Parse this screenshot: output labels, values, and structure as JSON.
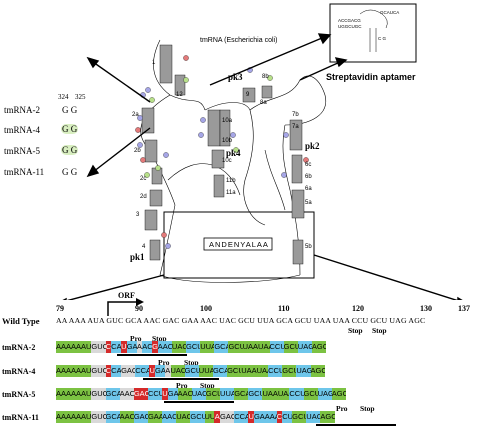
{
  "figure": {
    "main_label": "tmRNA (Escherichia coli)",
    "aptamer_label": "Streptavidin aptamer",
    "peptide_tag": "ANDENYALAA",
    "pseudoknots": [
      "pk1",
      "pk2",
      "pk3",
      "pk4"
    ],
    "helix_labels": [
      "1",
      "2a",
      "2b",
      "2c",
      "2d",
      "3",
      "4",
      "5a",
      "5b",
      "6a",
      "6b",
      "6c",
      "7a",
      "7b",
      "8a",
      "8b",
      "9",
      "10a",
      "10b",
      "10c",
      "11a",
      "11b",
      "12"
    ],
    "variant_positions": [
      "324",
      "325"
    ],
    "variants": [
      {
        "name": "tmRNA-2",
        "bases": "G G"
      },
      {
        "name": "tmRNA-4",
        "bases": "G G"
      },
      {
        "name": "tmRNA-5",
        "bases": "G G"
      },
      {
        "name": "tmRNA-11",
        "bases": "G G"
      }
    ]
  },
  "scale": {
    "ticks": [
      "79",
      "90",
      "100",
      "110",
      "120",
      "130",
      "137"
    ],
    "orf": "ORF"
  },
  "wild_type": {
    "label": "Wild Type",
    "sequence": "AA AAA AUA GUC GCA AAC GAC GAA AAC UAC GCU UUA GCA GCU UAA UAA CCU GCU UAG AGC",
    "stop1": "Stop",
    "stop2": "Stop"
  },
  "mutants": [
    {
      "label": "tmRNA-2",
      "pro": "Pro",
      "stop": "Stop",
      "segments": [
        {
          "t": "AAAAAAUA",
          "c": "g"
        },
        {
          "t": "GUC",
          "c": "w"
        },
        {
          "t": "C",
          "c": "r"
        },
        {
          "t": "CA",
          "c": "b"
        },
        {
          "t": "U",
          "c": "r"
        },
        {
          "t": "GA",
          "c": "b"
        },
        {
          "t": "A",
          "c": "w"
        },
        {
          "t": "AC",
          "c": "b"
        },
        {
          "t": "G",
          "c": "r"
        },
        {
          "t": "AAC",
          "c": "b"
        },
        {
          "t": "UAC",
          "c": "g"
        },
        {
          "t": "GCU",
          "c": "b"
        },
        {
          "t": "UUA",
          "c": "g"
        },
        {
          "t": "GCA",
          "c": "b"
        },
        {
          "t": "GCU",
          "c": "g"
        },
        {
          "t": "UAAUAA",
          "c": "g"
        },
        {
          "t": "CCU",
          "c": "b"
        },
        {
          "t": "GCU",
          "c": "g"
        },
        {
          "t": "UAG",
          "c": "b"
        },
        {
          "t": "AGC",
          "c": "g"
        }
      ]
    },
    {
      "label": "tmRNA-4",
      "pro": "Pro",
      "stop": "Stop",
      "segments": [
        {
          "t": "AAAAAAUA",
          "c": "g"
        },
        {
          "t": "GUC",
          "c": "w"
        },
        {
          "t": "C",
          "c": "r"
        },
        {
          "t": "CA",
          "c": "b"
        },
        {
          "t": "GAC",
          "c": "w"
        },
        {
          "t": "CCA",
          "c": "b"
        },
        {
          "t": "U",
          "c": "r"
        },
        {
          "t": "GA",
          "c": "b"
        },
        {
          "t": "A",
          "c": "w"
        },
        {
          "t": "UAC",
          "c": "g"
        },
        {
          "t": "GCU",
          "c": "b"
        },
        {
          "t": "UUA",
          "c": "g"
        },
        {
          "t": "GCA",
          "c": "b"
        },
        {
          "t": "GCU",
          "c": "g"
        },
        {
          "t": "UAAUAA",
          "c": "g"
        },
        {
          "t": "CCU",
          "c": "b"
        },
        {
          "t": "GCU",
          "c": "g"
        },
        {
          "t": "UAG",
          "c": "b"
        },
        {
          "t": "AGC",
          "c": "g"
        }
      ]
    },
    {
      "label": "tmRNA-5",
      "pro": "Pro",
      "stop": "Stop",
      "segments": [
        {
          "t": "AAAAAAUA",
          "c": "g"
        },
        {
          "t": "GUC",
          "c": "w"
        },
        {
          "t": "GCA",
          "c": "b"
        },
        {
          "t": "AAC",
          "c": "w"
        },
        {
          "t": "GAC",
          "c": "r"
        },
        {
          "t": "CCU",
          "c": "b"
        },
        {
          "t": "U",
          "c": "r"
        },
        {
          "t": "GA",
          "c": "b"
        },
        {
          "t": "AAC",
          "c": "g"
        },
        {
          "t": "UAC",
          "c": "b"
        },
        {
          "t": "GCU",
          "c": "g"
        },
        {
          "t": "UUA",
          "c": "b"
        },
        {
          "t": "GCA",
          "c": "g"
        },
        {
          "t": "GCU",
          "c": "b"
        },
        {
          "t": "UAAUAA",
          "c": "g"
        },
        {
          "t": "CCU",
          "c": "b"
        },
        {
          "t": "GCU",
          "c": "g"
        },
        {
          "t": "UAG",
          "c": "b"
        },
        {
          "t": "AGC",
          "c": "g"
        }
      ]
    },
    {
      "label": "tmRNA-11",
      "pro": "Pro",
      "stop": "Stop",
      "segments": [
        {
          "t": "AAAAAAUA",
          "c": "g"
        },
        {
          "t": "GUC",
          "c": "w"
        },
        {
          "t": "GCA",
          "c": "b"
        },
        {
          "t": "AAC",
          "c": "g"
        },
        {
          "t": "GAC",
          "c": "b"
        },
        {
          "t": "GAA",
          "c": "g"
        },
        {
          "t": "AAC",
          "c": "b"
        },
        {
          "t": "UAC",
          "c": "g"
        },
        {
          "t": "GCU",
          "c": "b"
        },
        {
          "t": "UU",
          "c": "g"
        },
        {
          "t": "A",
          "c": "r"
        },
        {
          "t": "GAC",
          "c": "w"
        },
        {
          "t": "CCA",
          "c": "b"
        },
        {
          "t": "U",
          "c": "r"
        },
        {
          "t": "GAAAA",
          "c": "b"
        },
        {
          "t": "C",
          "c": "r"
        },
        {
          "t": "CU",
          "c": "b"
        },
        {
          "t": "GCU",
          "c": "g"
        },
        {
          "t": "UAG",
          "c": "b"
        },
        {
          "t": "AGC",
          "c": "g"
        }
      ]
    }
  ],
  "colors": {
    "g": "#7cc242",
    "b": "#6ec6ea",
    "r": "#d42a2a",
    "w": "#d9d9d9",
    "gray": "#9a9a9a"
  }
}
